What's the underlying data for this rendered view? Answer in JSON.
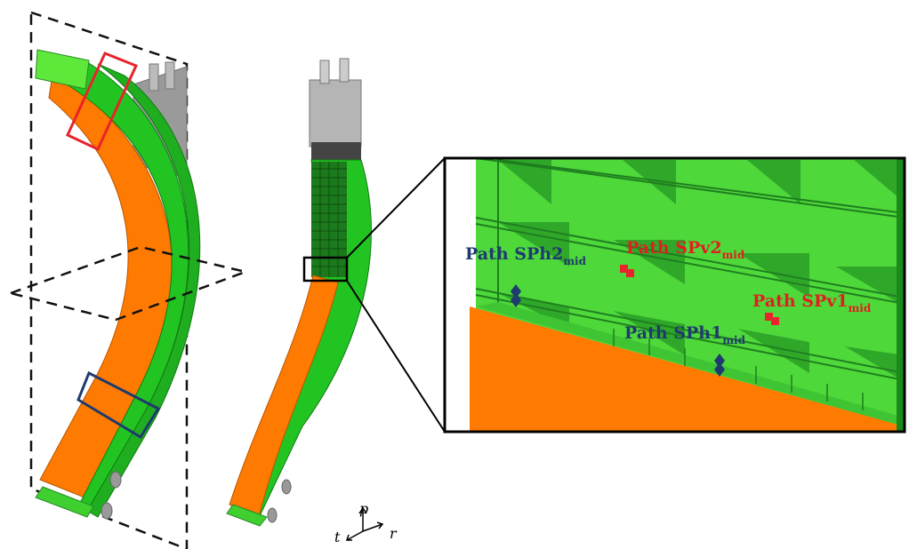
{
  "labels": {
    "sph2": {
      "main": "Path SPh2",
      "sub": "mid"
    },
    "spv2": {
      "main": "Path SPv2",
      "sub": "mid"
    },
    "spv1": {
      "main": "Path SPv1",
      "sub": "mid"
    },
    "sph1": {
      "main": "Path SPh1",
      "sub": "mid"
    }
  },
  "axes": {
    "p": "p",
    "t": "t",
    "r": "r"
  },
  "colors": {
    "outer_green": "#22c422",
    "light_green": "#5ee83a",
    "orange": "#ff7a00",
    "box_red": "#e8232b",
    "box_blue": "#1f3a6e",
    "label_red": "#e02020",
    "label_blue": "#1f3a6e",
    "grey": "#9a9a9a"
  }
}
